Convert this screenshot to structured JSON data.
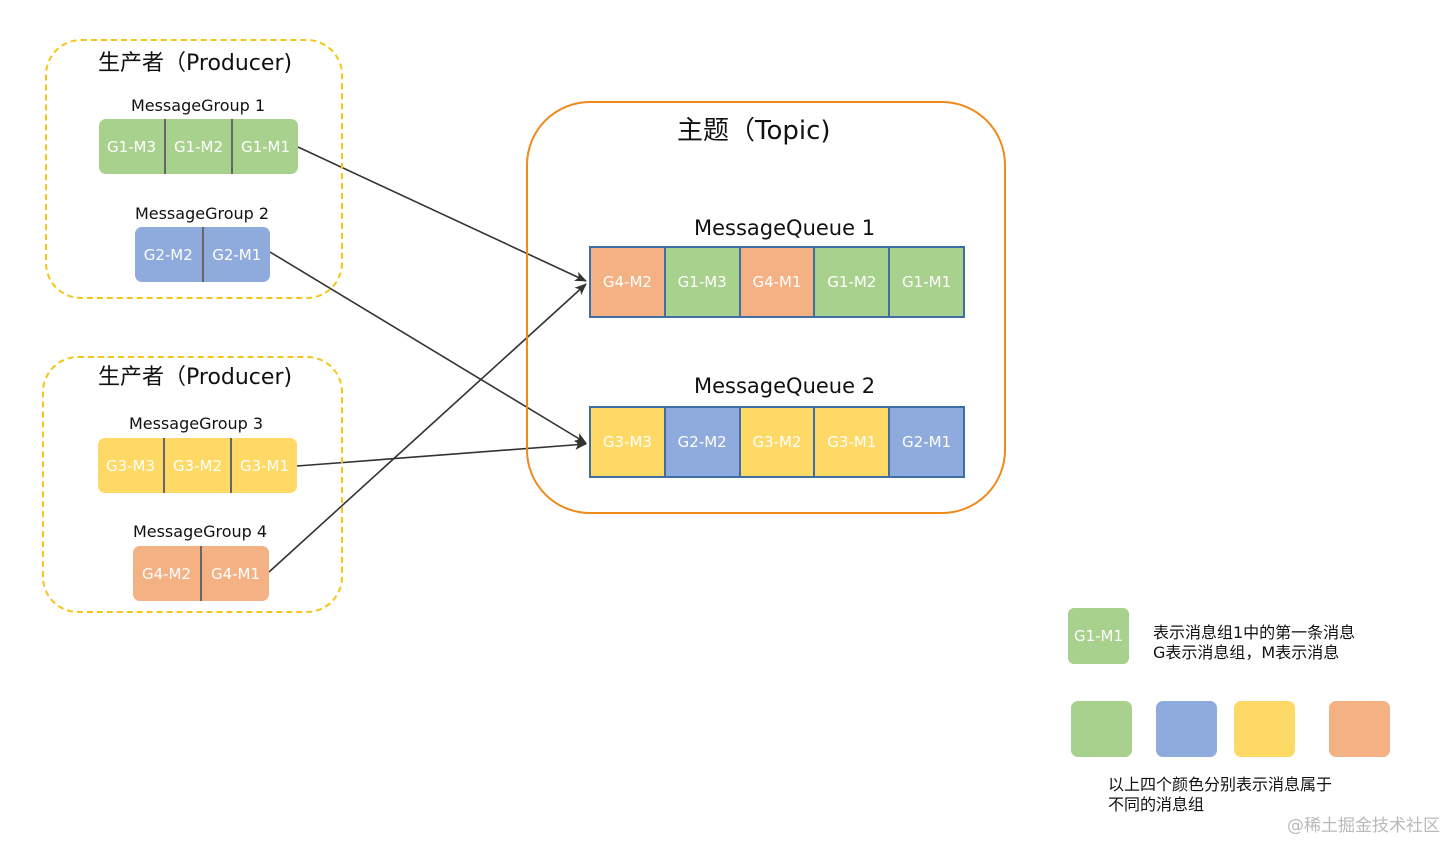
{
  "colors": {
    "green": "#a9d18e",
    "blue": "#8faadc",
    "yellow": "#ffd966",
    "orange": "#f4b183",
    "producer_border": "#f5c518",
    "topic_border": "#ee8a1c",
    "queue_border": "#3f6fa2"
  },
  "producers": [
    {
      "title": "生产者（Producer)",
      "groups": [
        {
          "label": "MessageGroup 1",
          "color": "green",
          "messages": [
            "G1-M3",
            "G1-M2",
            "G1-M1"
          ]
        },
        {
          "label": "MessageGroup 2",
          "color": "blue",
          "messages": [
            "G2-M2",
            "G2-M1"
          ]
        }
      ]
    },
    {
      "title": "生产者（Producer)",
      "groups": [
        {
          "label": "MessageGroup 3",
          "color": "yellow",
          "messages": [
            "G3-M3",
            "G3-M2",
            "G3-M1"
          ]
        },
        {
          "label": "MessageGroup 4",
          "color": "orange",
          "messages": [
            "G4-M2",
            "G4-M1"
          ]
        }
      ]
    }
  ],
  "topic": {
    "title": "主题（Topic)",
    "queues": [
      {
        "label": "MessageQueue 1",
        "messages": [
          {
            "text": "G4-M2",
            "color": "orange"
          },
          {
            "text": "G1-M3",
            "color": "green"
          },
          {
            "text": "G4-M1",
            "color": "orange"
          },
          {
            "text": "G1-M2",
            "color": "green"
          },
          {
            "text": "G1-M1",
            "color": "green"
          }
        ]
      },
      {
        "label": "MessageQueue 2",
        "messages": [
          {
            "text": "G3-M3",
            "color": "yellow"
          },
          {
            "text": "G2-M2",
            "color": "blue"
          },
          {
            "text": "G3-M2",
            "color": "yellow"
          },
          {
            "text": "G3-M1",
            "color": "yellow"
          },
          {
            "text": "G2-M1",
            "color": "blue"
          }
        ]
      }
    ]
  },
  "legend": {
    "sample": "G1-M1",
    "sample_desc_line1": "表示消息组1中的第一条消息",
    "sample_desc_line2": "G表示消息组，M表示消息",
    "swatches": [
      "green",
      "blue",
      "yellow",
      "orange"
    ],
    "colors_desc_line1": "以上四个颜色分别表示消息属于",
    "colors_desc_line2": "不同的消息组"
  },
  "watermark": "@稀土掘金技术社区"
}
